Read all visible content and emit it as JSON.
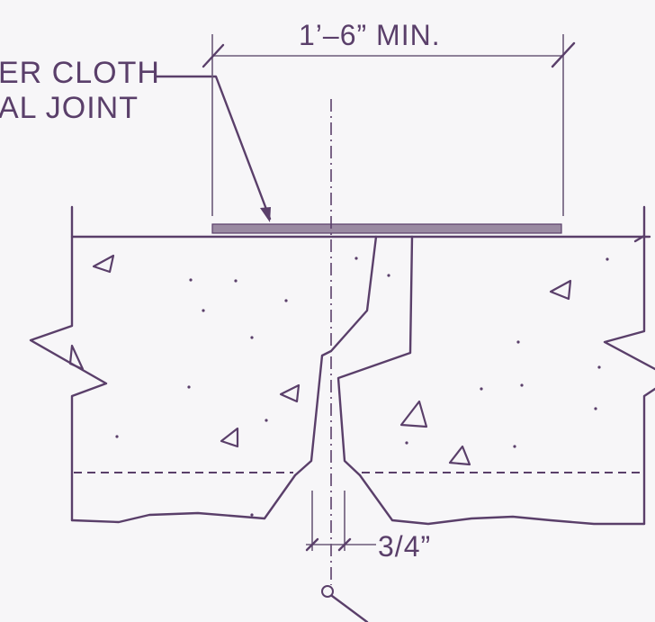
{
  "labels": {
    "callout_line1": "ER CLOTH",
    "callout_line2": "AL JOINT",
    "dimension_top": "1’–6” MIN.",
    "dimension_gap": "3/4”"
  },
  "colors": {
    "ink": "#5a3f6a",
    "background": "#f7f6f8",
    "cloth_strip": "#9a8aa2"
  }
}
